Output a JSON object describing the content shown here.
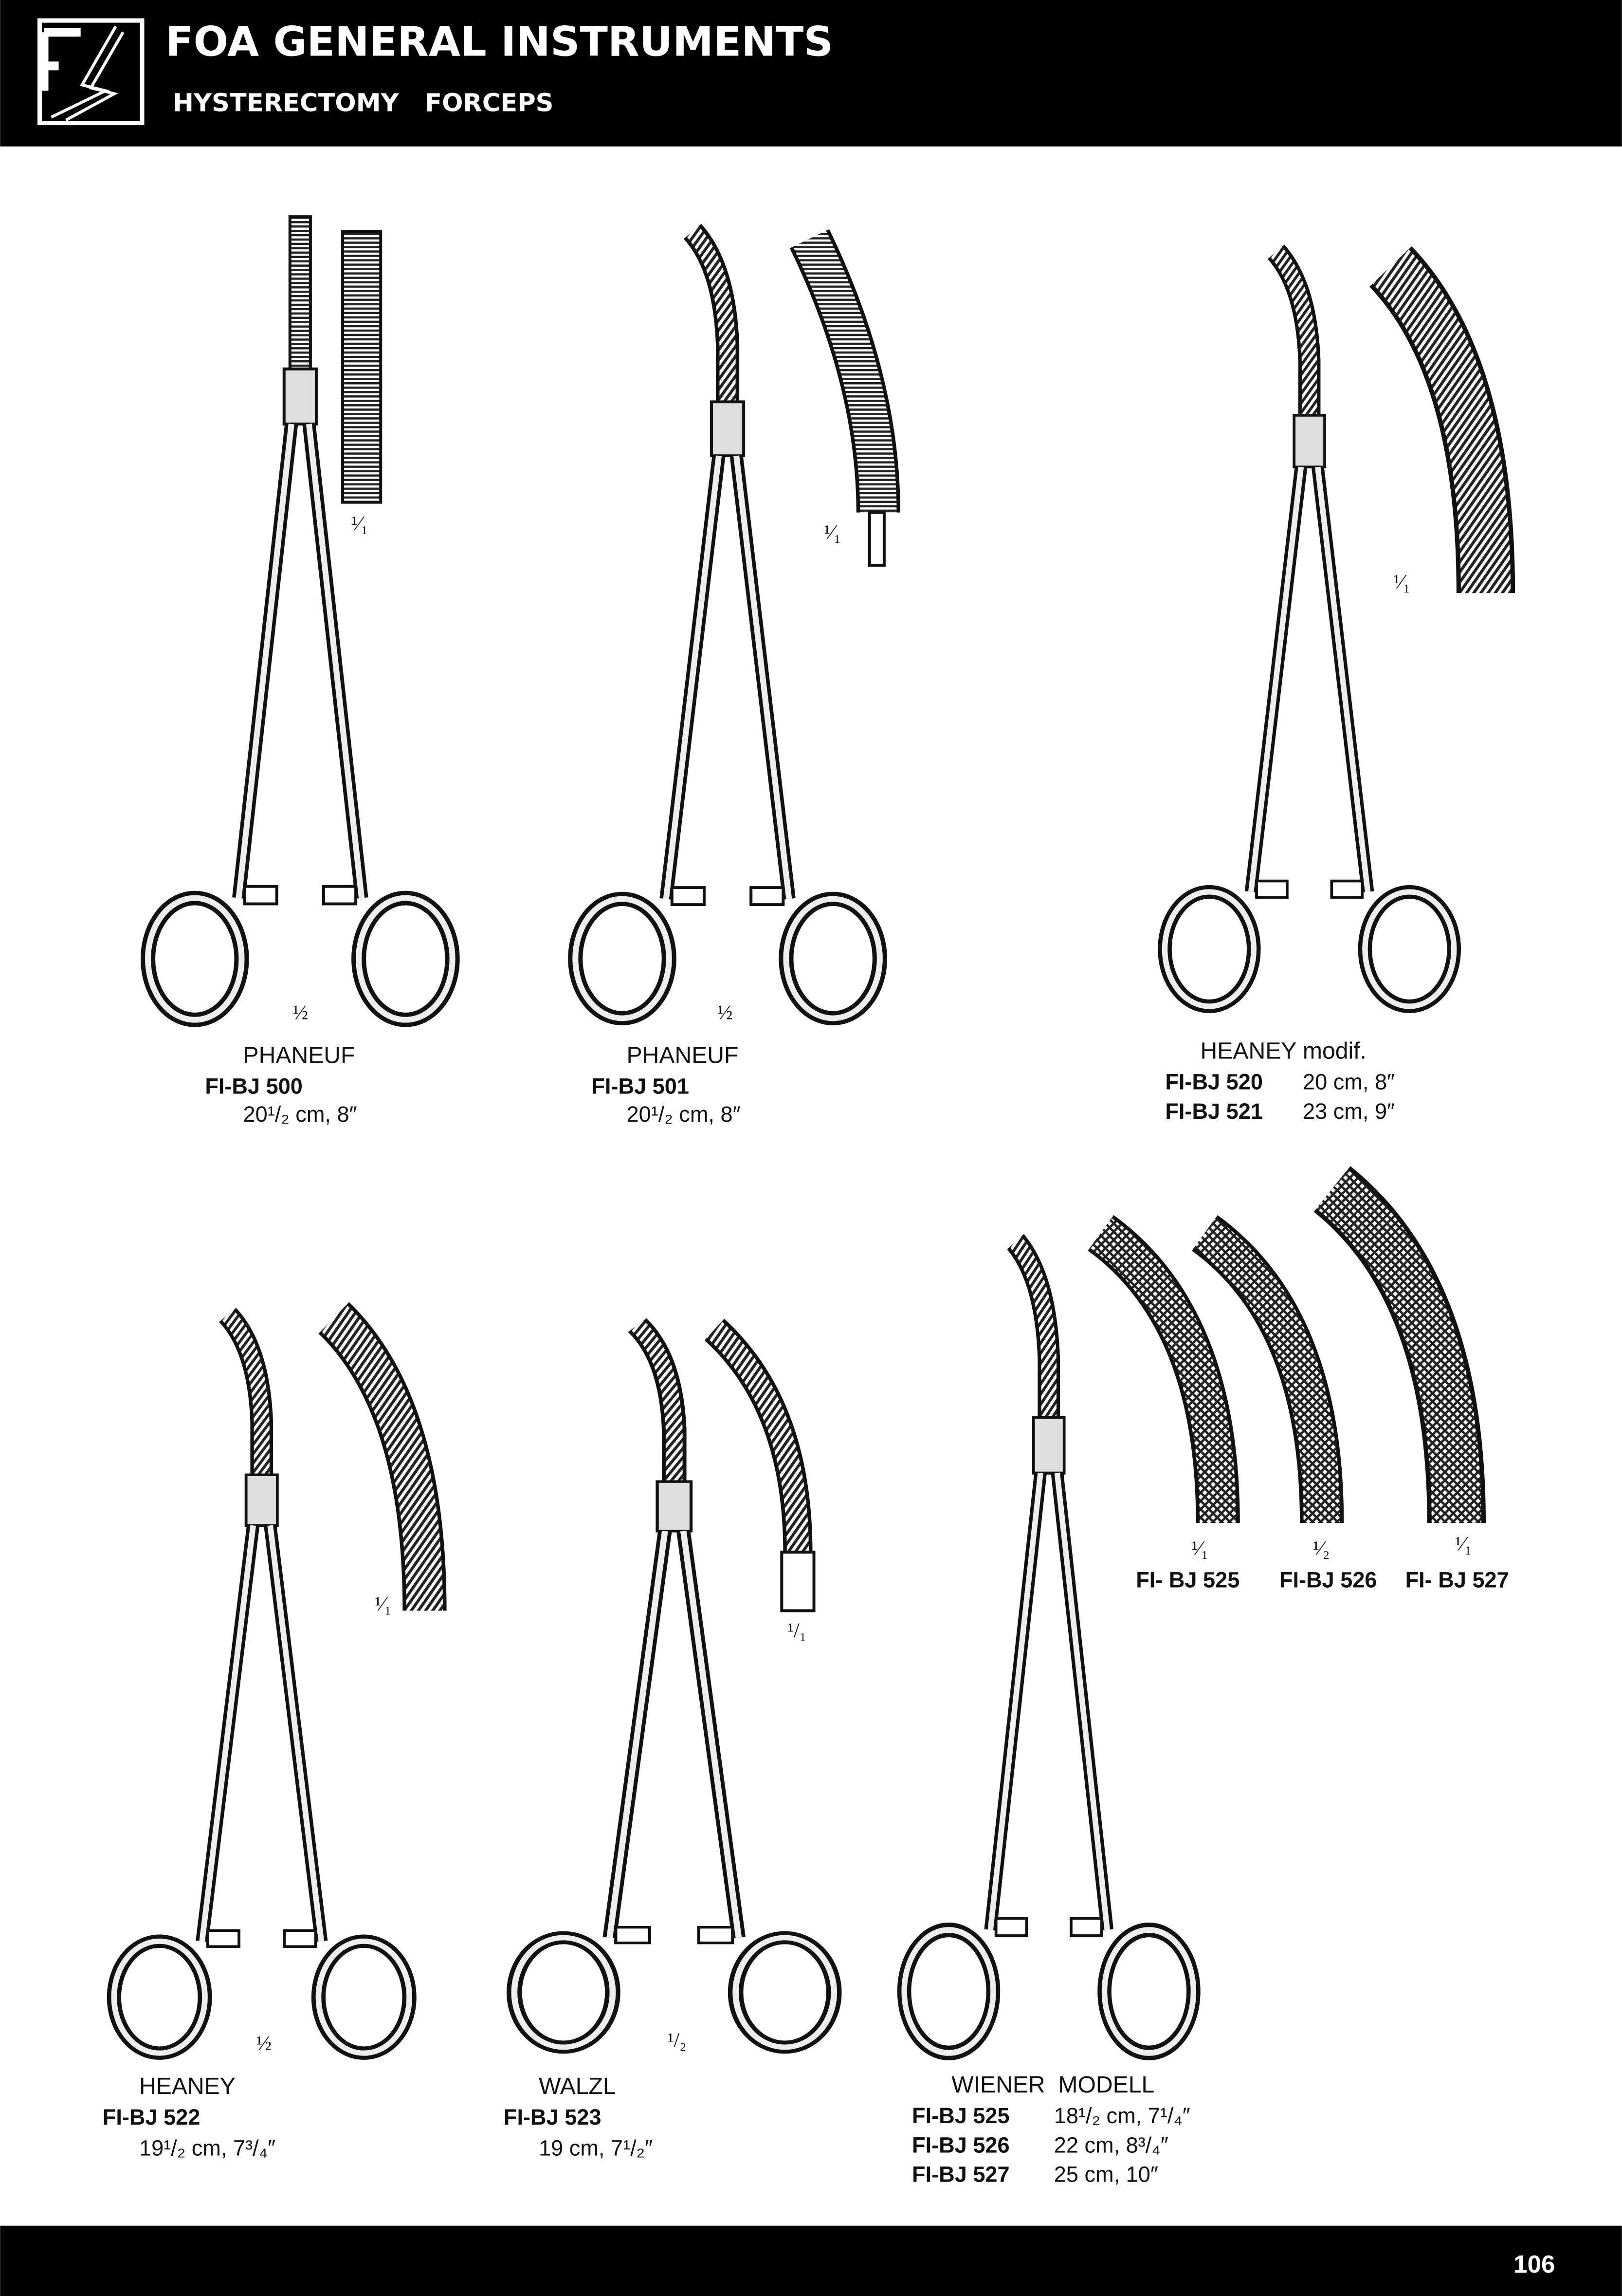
{
  "header": {
    "logo_text": "FS",
    "title": "FOA GENERAL INSTRUMENTS",
    "subtitle": "HYSTERECTOMY   FORCEPS"
  },
  "items": [
    {
      "name": "PHANEUF",
      "scale": "½",
      "detail_scale": "¹⁄₁",
      "rows": [
        {
          "code": "FI-BJ 500",
          "size": "20¹/₂ cm, 8″"
        }
      ]
    },
    {
      "name": "PHANEUF",
      "scale": "½",
      "detail_scale": "¹⁄₁",
      "rows": [
        {
          "code": "FI-BJ 501",
          "size": "20¹/₂ cm, 8″"
        }
      ]
    },
    {
      "name": "HEANEY modif.",
      "detail_scale": "¹⁄₁",
      "rows": [
        {
          "code": "FI-BJ 520",
          "size": "20 cm, 8″"
        },
        {
          "code": "FI-BJ 521",
          "size": "23 cm, 9″"
        }
      ]
    },
    {
      "name": "HEANEY",
      "scale": "½",
      "detail_scale": "¹⁄₁",
      "rows": [
        {
          "code": "FI-BJ 522",
          "size": "19¹/₂ cm, 7³/₄″"
        }
      ]
    },
    {
      "name": "WALZL",
      "scale": "¹/₂",
      "detail_scale": "¹/₁",
      "rows": [
        {
          "code": "FI-BJ 523",
          "size": "19 cm, 7¹/₂″"
        }
      ]
    },
    {
      "name": "WIENER  MODELL",
      "rows": [
        {
          "code": "FI-BJ 525",
          "size": "18¹/₂ cm, 7¹/₄″"
        },
        {
          "code": "FI-BJ 526",
          "size": "22 cm, 8³/₄″"
        },
        {
          "code": "FI-BJ 527",
          "size": "25 cm, 10″"
        }
      ]
    }
  ],
  "wiener_details": [
    {
      "scale": "¹⁄₁",
      "code": "FI- BJ 525"
    },
    {
      "scale": "¹⁄₂",
      "code": "FI-BJ 526"
    },
    {
      "scale": "¹⁄₁",
      "code": "FI- BJ 527"
    }
  ],
  "footer": {
    "page_number": "106"
  }
}
